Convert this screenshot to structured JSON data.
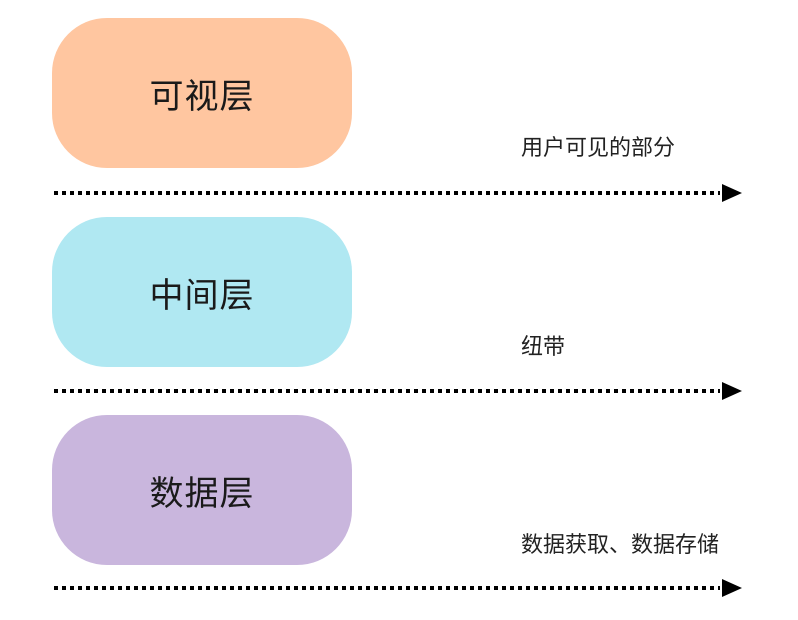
{
  "layers": [
    {
      "label": "可视层",
      "description": "用户可见的部分",
      "color": "#FFC6A0"
    },
    {
      "label": "中间层",
      "description": "纽带",
      "color": "#B0E8F2"
    },
    {
      "label": "数据层",
      "description": "数据获取、数据存储",
      "color": "#C9B6DD"
    }
  ],
  "arrow_color": "#000000"
}
